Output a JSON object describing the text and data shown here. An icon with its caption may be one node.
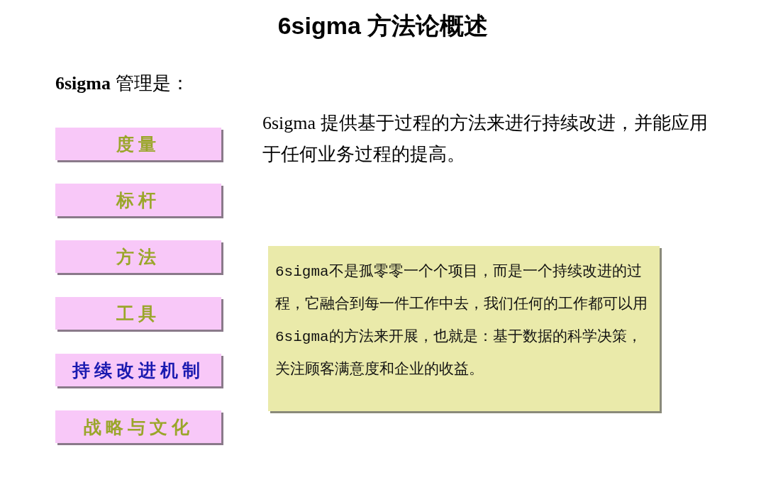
{
  "diagram": {
    "title": "6sigma 方法论概述",
    "nodes": [
      {
        "text": [
          "度量"
        ]
      },
      {
        "text": [
          "标杆"
        ]
      },
      {
        "text": [
          "方法"
        ]
      },
      {
        "text": [
          "工具"
        ]
      },
      {
        "text": [
          "持续改进机制"
        ]
      },
      {
        "text": [
          "战略与文化"
        ]
      },
      {
        "text": [
          "6sigma不是孤零零一个个项目，而是一个持续改进的过程，它融合到每一件工作中去，我们任何的工作都可以用6sigma的方法来开展，也就是：基于数据的科学决策，关注顾客满意度和企业的收益。"
        ]
      }
    ],
    "labels": [
      "**6sigma** 管理是：",
      "6sigma 提供基于过程的方法来进行持续改进，并能应用于任何业务过程的提高。"
    ]
  }
}
